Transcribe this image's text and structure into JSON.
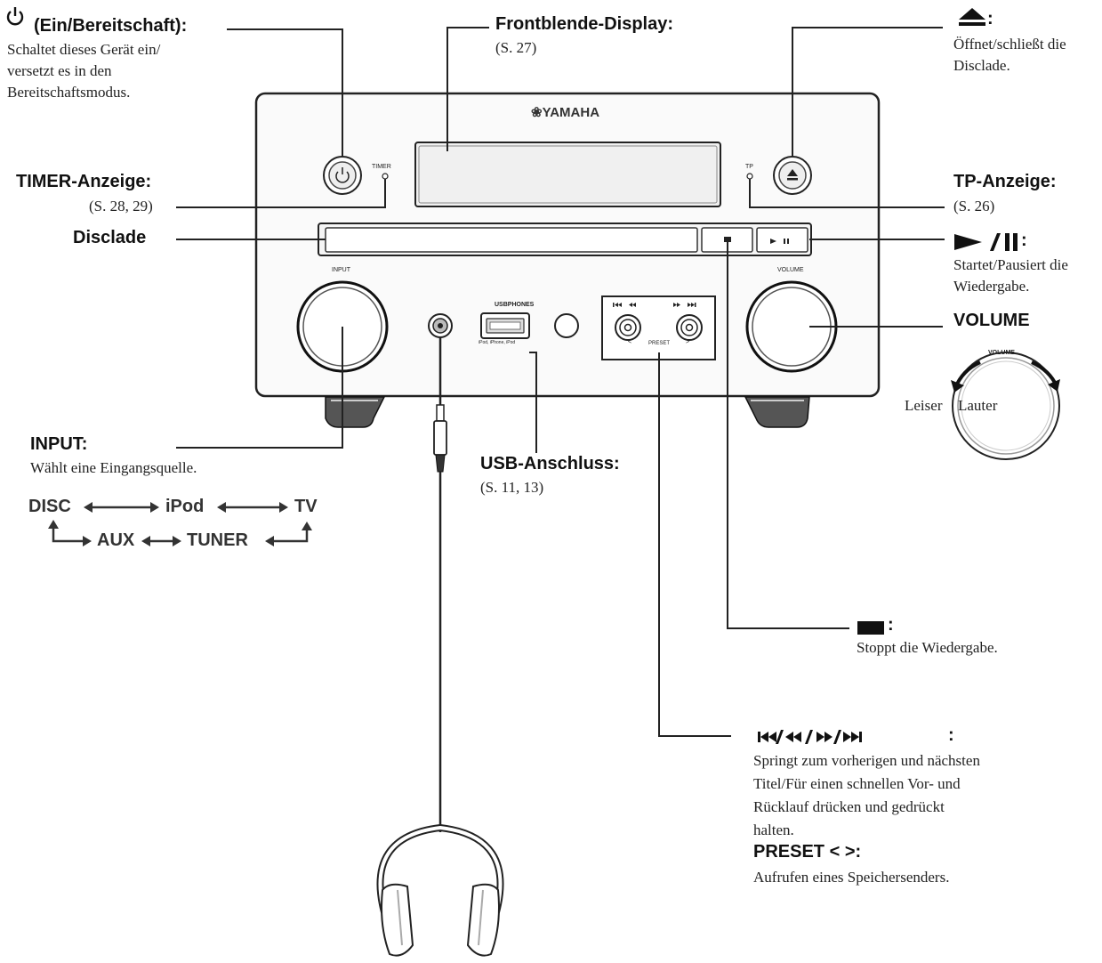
{
  "device": {
    "brand": "❀YAMAHA",
    "timer_label": "TIMER",
    "tp_label": "TP",
    "input_label": "INPUT",
    "volume_label": "VOLUME",
    "usb_phones_label": "USBPHONES",
    "usb_sub_label": "iPod, iPhone, iPod",
    "preset_label": "PRESET",
    "preset_left": "<",
    "preset_right": ">",
    "skip_back_label": "⏮/⏪",
    "skip_fwd_label": "⏩/⏭",
    "stop_symbol": "■",
    "play_pause_symbol": "►/❚❚"
  },
  "callouts": {
    "power": {
      "title": "(Ein/Bereitschaft):",
      "lines": [
        "Schaltet dieses Gerät ein/",
        "versetzt es in den",
        "Bereitschaftsmodus."
      ]
    },
    "display": {
      "title": "Frontblende-Display:",
      "ref": "(S. 27)"
    },
    "eject": {
      "title": ":",
      "lines": [
        "Öffnet/schließt die",
        "Disclade."
      ]
    },
    "timer": {
      "title": "TIMER-Anzeige:",
      "ref": "(S. 28, 29)"
    },
    "tp": {
      "title": "TP-Anzeige:",
      "ref": "(S. 26)"
    },
    "disclade": {
      "title": "Disclade"
    },
    "play": {
      "title": ":",
      "lines": [
        "Startet/Pausiert die",
        "Wiedergabe."
      ]
    },
    "volume": {
      "title": "VOLUME",
      "knob_label": "VOLUME",
      "leiser": "Leiser",
      "lauter": "Lauter"
    },
    "input": {
      "title": "INPUT:",
      "desc": "Wählt eine Eingangsquelle."
    },
    "usb": {
      "title": "USB-Anschluss:",
      "ref": "(S. 11, 13)"
    },
    "stop": {
      "title": ":",
      "desc": "Stoppt die Wiedergabe."
    },
    "skip": {
      "title": ":",
      "lines": [
        "Springt zum vorherigen und nächsten",
        "Titel/Für einen schnellen Vor- und",
        "Rücklauf drücken und gedrückt",
        "halten."
      ],
      "preset_title": "PRESET < >:",
      "preset_desc": "Aufrufen eines Speichersenders."
    }
  },
  "input_sources": {
    "row1": [
      "DISC",
      "iPod",
      "TV"
    ],
    "row2": [
      "AUX",
      "TUNER"
    ]
  }
}
